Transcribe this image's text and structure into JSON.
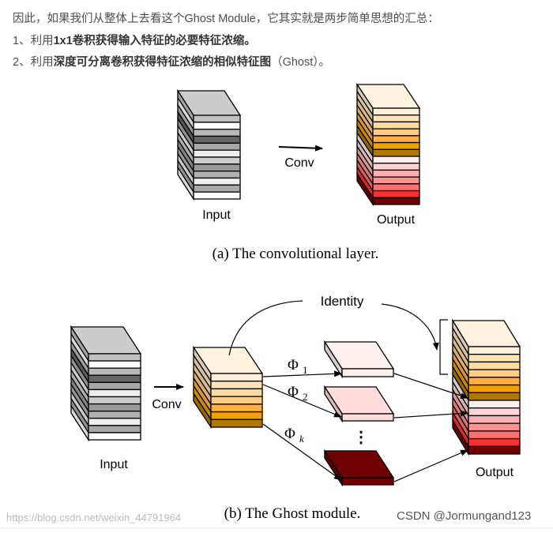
{
  "text": {
    "intro": "因此，如果我们从整体上去看这个Ghost Module，它其实就是两步简单思想的汇总：",
    "item1_prefix": "1、利用",
    "item1_bold": "1x1卷积获得输入特征的必要特征浓缩。",
    "item2_prefix": "2、利用",
    "item2_bold": "深度可分离卷积获得特征浓缩的相似特征图",
    "item2_suffix": "（Ghost）。"
  },
  "figure_a": {
    "input_label": "Input",
    "op_label": "Conv",
    "output_label": "Output",
    "caption": "(a)  The convolutional layer."
  },
  "figure_b": {
    "input_label": "Input",
    "op_label": "Conv",
    "output_label": "Output",
    "identity_label": "Identity",
    "phi1": "Φ",
    "phi1_sub": "1",
    "phi2": "Φ",
    "phi2_sub": "2",
    "phik": "Φ",
    "phik_sub": "k",
    "dots": "⋮",
    "caption": "(b)  The Ghost module."
  },
  "colors": {
    "input_top": "#cccccc",
    "input_layers": [
      "#c0c0c0",
      "#ffffff",
      "#b8b8b8",
      "#666666",
      "#a8a8a8",
      "#eeeeee",
      "#cccccc",
      "#999999",
      "#b0b0b0",
      "#eeeeee",
      "#a8a8a8",
      "#ffffff"
    ],
    "orange_top": "#fff3e0",
    "orange_layers": [
      "#ffefd8",
      "#ffe4b8",
      "#ffdba0",
      "#ffcc88",
      "#ffb040",
      "#f0a000",
      "#b07800"
    ],
    "red_layers": [
      "#ffeeee",
      "#ffd4d4",
      "#ffb0b0",
      "#ff9090",
      "#ff7070",
      "#ff3030",
      "#700000"
    ],
    "ghost1": "#fff0f0",
    "ghost2": "#ffdcdc",
    "ghostk": "#700000"
  },
  "watermark": {
    "url": "https://blog.csdn.net/weixin_44791964",
    "text": "CSDN @Jormungand123"
  }
}
